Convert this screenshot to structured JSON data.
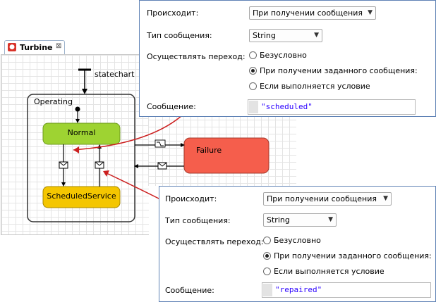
{
  "tab": {
    "title": "Turbine",
    "close_glyph": "⊠",
    "icon": "model-icon"
  },
  "diagram": {
    "entry_label": "statechart",
    "composite_label": "Operating",
    "states": {
      "normal": "Normal",
      "scheduled": "ScheduledService",
      "failure": "Failure"
    },
    "colors": {
      "normal": "#9ed332",
      "scheduled": "#f4c600",
      "failure": "#f55e4c",
      "arrow": "#cc2020"
    }
  },
  "panel1": {
    "trigger_label": "Происходит:",
    "trigger_value": "При получении сообщения",
    "type_label": "Тип сообщения:",
    "type_value": "String",
    "transition_label": "Осуществлять переход:",
    "options": [
      "Безусловно",
      "При получении заданного сообщения:",
      "Если выполняется условие"
    ],
    "selected_option": 1,
    "message_label": "Сообщение:",
    "message_value": "\"scheduled\""
  },
  "panel2": {
    "trigger_label": "Происходит:",
    "trigger_value": "При получении сообщения",
    "type_label": "Тип сообщения:",
    "type_value": "String",
    "transition_label": "Осуществлять переход:",
    "options": [
      "Безусловно",
      "При получении заданного сообщения:",
      "Если выполняется условие"
    ],
    "selected_option": 1,
    "message_label": "Сообщение:",
    "message_value": "\"repaired\""
  }
}
